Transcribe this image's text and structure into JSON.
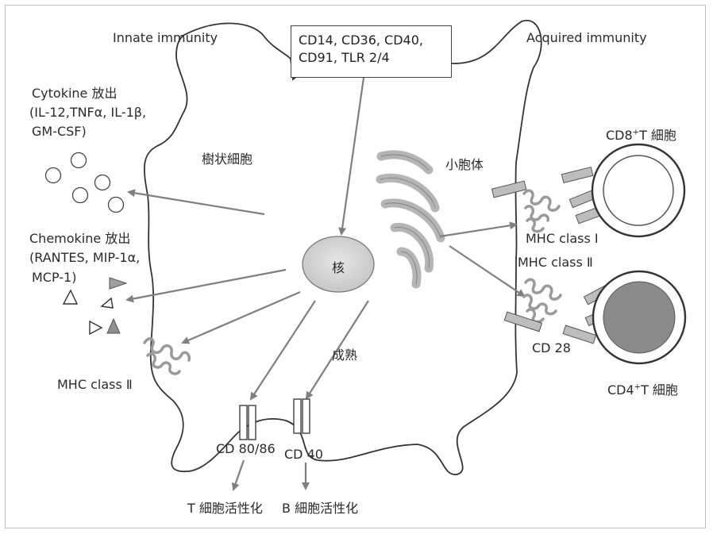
{
  "innate_label": "Innate immunity",
  "acquired_label": "Acquired immunity",
  "receptors": {
    "line1": "CD14, CD36, CD40,",
    "line2": "CD91, TLR 2/4"
  },
  "cytokine": {
    "title": "Cytokine 放出",
    "line1": "(IL-12,TNFα, IL-1β,",
    "line2": "GM-CSF)"
  },
  "chemokine": {
    "title": "Chemokine 放出",
    "line1": "(RANTES, MIP-1α,",
    "line2": "MCP-1)"
  },
  "dendritic_cell": "樹状細胞",
  "nucleus": "核",
  "vesicle": "小胞体",
  "maturation": "成熟",
  "mhc1": "MHC class Ⅰ",
  "mhc2_right": "MHC class Ⅱ",
  "mhc2_left": "MHC class Ⅱ",
  "cd28": "CD 28",
  "cd8": {
    "prefix": "CD8",
    "sup": "+",
    "suffix": "T 細胞"
  },
  "cd4": {
    "prefix": "CD4",
    "sup": "+",
    "suffix": "T 細胞"
  },
  "cd80": "CD 80/86",
  "cd40": "CD 40",
  "t_activation": "T 細胞活性化",
  "b_activation": "B 細胞活性化"
}
